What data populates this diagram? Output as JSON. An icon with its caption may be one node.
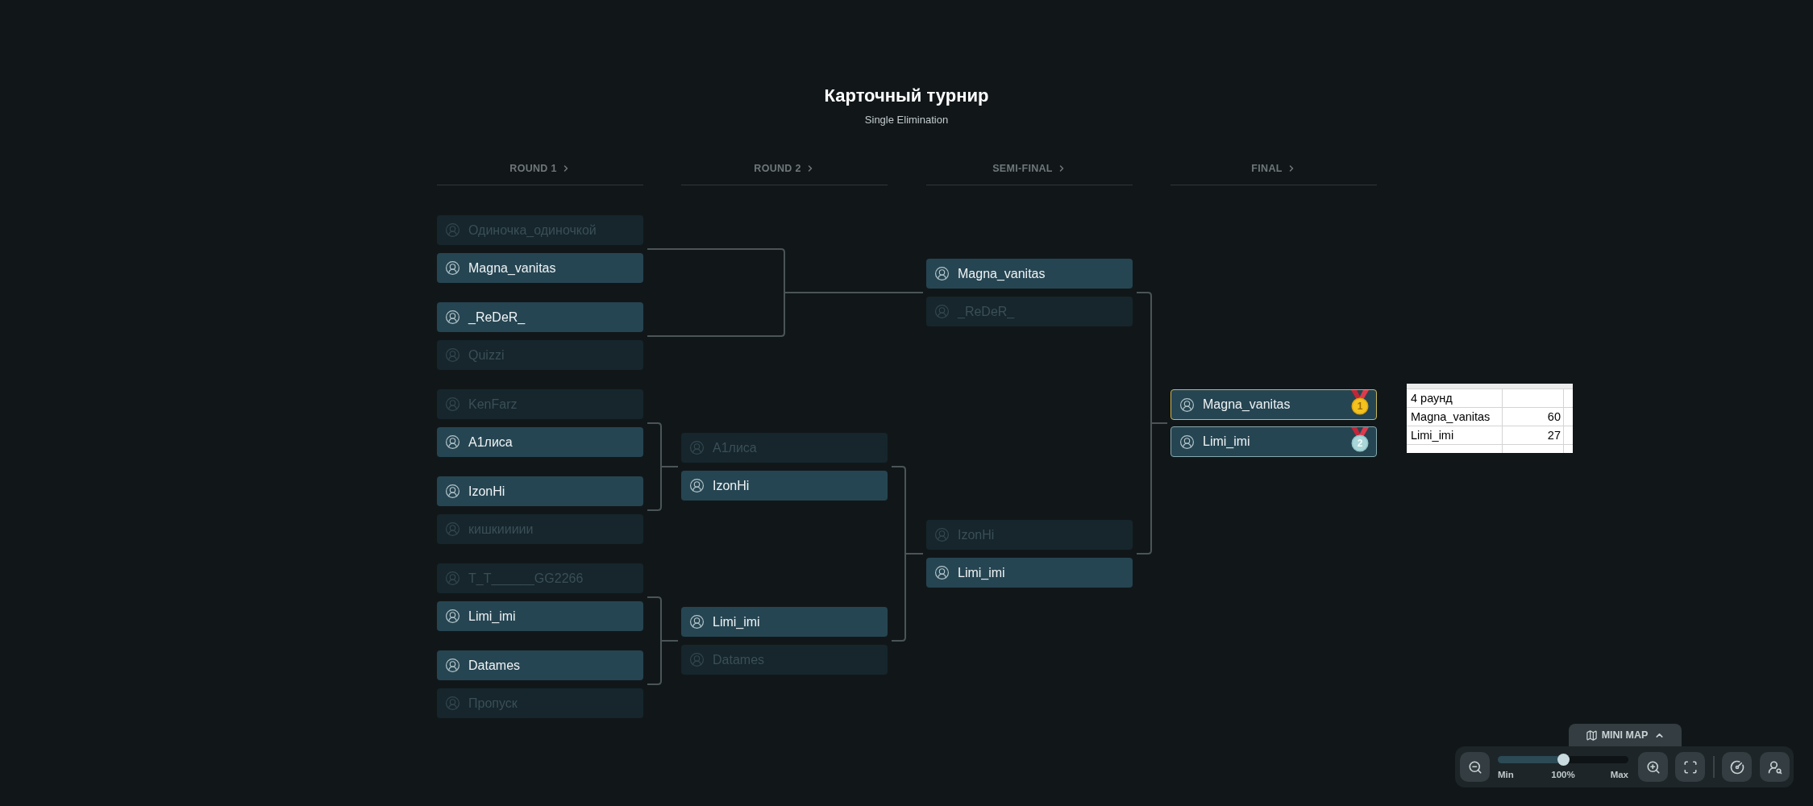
{
  "diagram": {
    "title": "Карточный турнир",
    "nodes": [
      {
        "text": [
          "Одиночка_одиночкой"
        ]
      },
      {
        "text": [
          "Magna_vanitas"
        ]
      },
      {
        "text": [
          "_ReDeR_"
        ]
      },
      {
        "text": [
          "Quizzi"
        ]
      },
      {
        "text": [
          "KenFarz"
        ]
      },
      {
        "text": [
          "А1лиса"
        ]
      },
      {
        "text": [
          "IzonHi"
        ]
      },
      {
        "text": [
          "кишкиииии"
        ]
      },
      {
        "text": [
          "T_T______GG2266"
        ]
      },
      {
        "text": [
          "Limi_imi"
        ]
      },
      {
        "text": [
          "Datames"
        ]
      },
      {
        "text": [
          "Пропуск"
        ]
      },
      {
        "text": [
          "А1лиса"
        ]
      },
      {
        "text": [
          "IzonHi"
        ]
      },
      {
        "text": [
          "Limi_imi"
        ]
      },
      {
        "text": [
          "Datames"
        ]
      },
      {
        "text": [
          "Magna_vanitas"
        ]
      },
      {
        "text": [
          "_ReDeR_"
        ]
      },
      {
        "text": [
          "IzonHi"
        ]
      },
      {
        "text": [
          "Limi_imi"
        ]
      },
      {
        "text": [
          "Magna_vanitas",
          "1"
        ]
      },
      {
        "text": [
          "Limi_imi",
          "2"
        ]
      }
    ],
    "edges": [
      {
        "from": 1,
        "to": 16,
        "arrow": "none"
      },
      {
        "from": 2,
        "to": 17,
        "arrow": "none"
      },
      {
        "from": 5,
        "to": 12,
        "arrow": "none"
      },
      {
        "from": 6,
        "to": 13,
        "arrow": "none"
      },
      {
        "from": 9,
        "to": 14,
        "arrow": "none"
      },
      {
        "from": 10,
        "to": 15,
        "arrow": "none"
      },
      {
        "from": 13,
        "to": 18,
        "arrow": "none"
      },
      {
        "from": 14,
        "to": 19,
        "arrow": "none"
      },
      {
        "from": 16,
        "to": 20,
        "arrow": "none"
      },
      {
        "from": 19,
        "to": 21,
        "arrow": "none"
      }
    ],
    "labels": [
      "Single Elimination",
      "ROUND 1",
      "ROUND 2",
      "SEMI-FINAL",
      "FINAL",
      "4 раунд",
      "Magna_vanitas",
      "60",
      "Limi_imi",
      "27",
      "MINI MAP",
      "Min",
      "100%",
      "Max"
    ]
  }
}
